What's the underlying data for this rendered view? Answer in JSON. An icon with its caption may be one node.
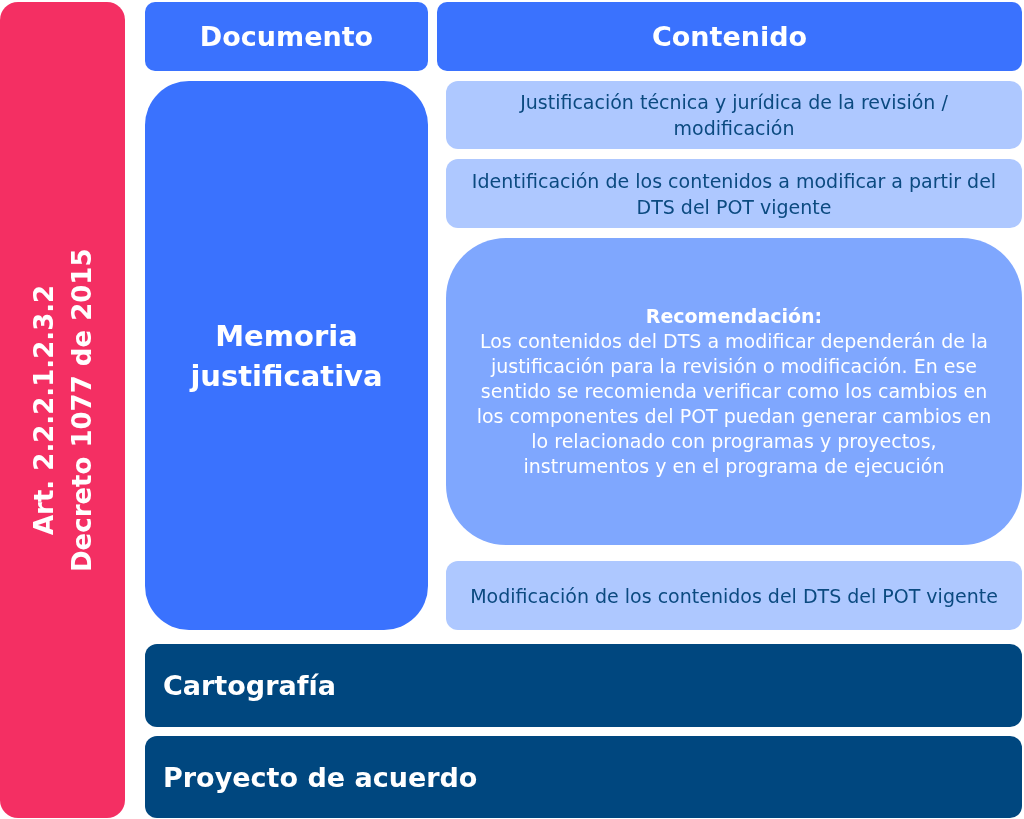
{
  "diagram": {
    "nodes": [
      {
        "text": [
          "Art. 2.2.2.1.2.3.2 Decreto 1077 de 2015"
        ]
      },
      {
        "text": [
          "Documento"
        ]
      },
      {
        "text": [
          "Contenido"
        ]
      },
      {
        "text": [
          "Memoria justificativa"
        ]
      },
      {
        "text": [
          "Justificación técnica y jurídica de la revisión / modificación"
        ]
      },
      {
        "text": [
          "Identificación de los contenidos a modificar a partir del DTS del POT vigente"
        ]
      },
      {
        "text": [
          "Recomendación:",
          "Los contenidos del DTS a modificar dependerán de la justificación para la revisión o modificación. En ese sentido se recomienda verificar como los cambios en los componentes del POT puedan generar cambios en lo relacionado con programas y proyectos, instrumentos y en el programa de ejecución"
        ]
      },
      {
        "text": [
          "Modificación de los contenidos del DTS del POT vigente"
        ]
      },
      {
        "text": [
          "Cartografía"
        ]
      },
      {
        "text": [
          "Proyecto de acuerdo"
        ]
      }
    ],
    "edges": []
  }
}
